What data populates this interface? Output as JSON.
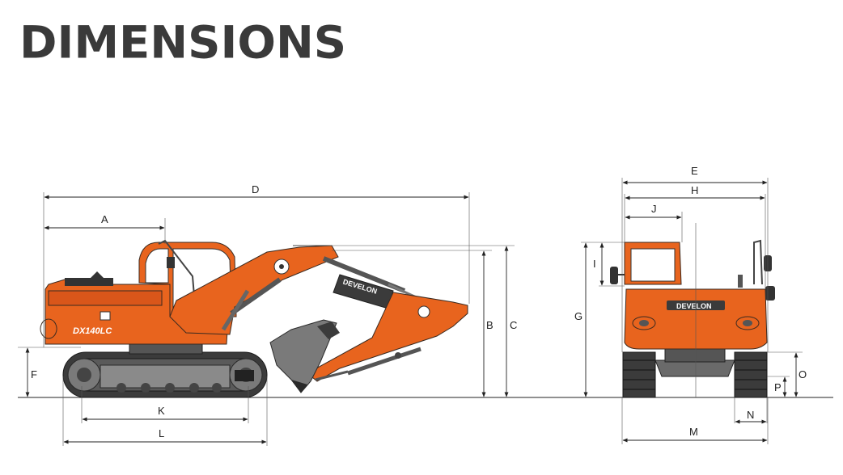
{
  "header": {
    "title": "DIMENSIONS"
  },
  "side_view": {
    "model_badge": "DX140LC",
    "boom_brand": "DEVELON",
    "labels": {
      "A": "A",
      "B": "B",
      "C": "C",
      "D": "D",
      "F": "F",
      "K": "K",
      "L": "L"
    }
  },
  "front_view": {
    "counterweight_brand": "DEVELON",
    "labels": {
      "E": "E",
      "H": "H",
      "J": "J",
      "I": "I",
      "G": "G",
      "O": "O",
      "P": "P",
      "N": "N",
      "M": "M"
    }
  },
  "colors": {
    "body": "#e8641e",
    "track": "#3b3b3b",
    "title": "#3a3a3a"
  }
}
